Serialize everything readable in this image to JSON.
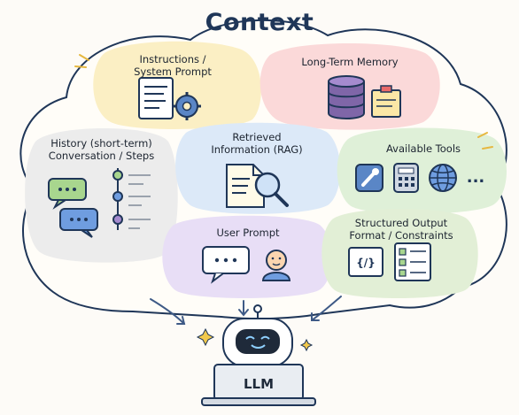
{
  "title": "Context",
  "components": {
    "instructions": "Instructions /\nSystem Prompt",
    "memory": "Long-Term Memory",
    "history": "History (short-term)\nConversation / Steps",
    "rag": "Retrieved\nInformation (RAG)",
    "tools": "Available Tools",
    "user_prompt": "User Prompt",
    "structured": "Structured Output\nFormat / Constraints"
  },
  "tools_more": "...",
  "format_glyph": "{/}",
  "llm_label": "LLM",
  "colors": {
    "outline": "#1f3658",
    "instructions_bg": "#fbefc4",
    "memory_bg": "#fbd9d9",
    "history_bg": "#ececec",
    "rag_bg": "#dce9f8",
    "tools_bg": "#dff0d8",
    "user_bg": "#e8def6",
    "structured_bg": "#e2efd6",
    "arrow": "#3e5a86"
  }
}
